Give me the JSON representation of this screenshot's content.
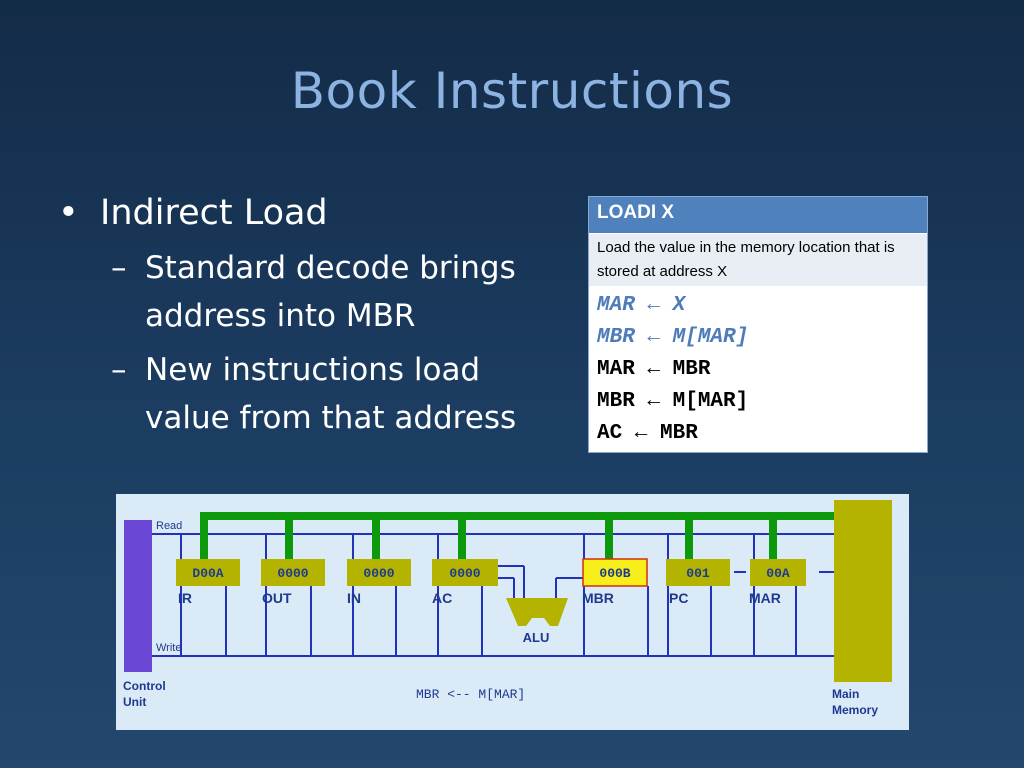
{
  "slide": {
    "title": "Book Instructions",
    "bullet_1": "Indirect Load",
    "sub_bullet_1": "Standard decode brings address into MBR",
    "sub_bullet_2": "New instructions load value from that address",
    "bullet_char": "•",
    "dash_char": "–"
  },
  "instruction_table": {
    "name": "LOADI X",
    "description": "Load the value in the memory location that is stored at address X",
    "rtl": [
      "MAR ← X",
      "MBR ← M[MAR]",
      "MAR ← MBR",
      "MBR ← M[MAR]",
      "AC ← MBR"
    ]
  },
  "diagram": {
    "read_label": "Read",
    "write_label": "Write",
    "control_unit_label_1": "Control",
    "control_unit_label_2": "Unit",
    "main_memory_label_1": "Main",
    "main_memory_label_2": "Memory",
    "alu_label": "ALU",
    "status_text": "MBR <-- M[MAR]",
    "registers": [
      {
        "name": "IR",
        "value": "D00A"
      },
      {
        "name": "OUT",
        "value": "0000"
      },
      {
        "name": "IN",
        "value": "0000"
      },
      {
        "name": "AC",
        "value": "0000"
      },
      {
        "name": "MBR",
        "value": "000B",
        "highlight": true
      },
      {
        "name": "PC",
        "value": "001"
      },
      {
        "name": "MAR",
        "value": "00A"
      }
    ],
    "colors": {
      "background": "#dbeaf7",
      "bus": "#0c9a0c",
      "wire": "#2233bb",
      "register_fill": "#b4b400",
      "register_highlight": "#f7ee1a",
      "register_highlight_border": "#d03010",
      "control_unit": "#6b47d6",
      "memory": "#b4b400",
      "text": "#1e3a8f"
    }
  }
}
